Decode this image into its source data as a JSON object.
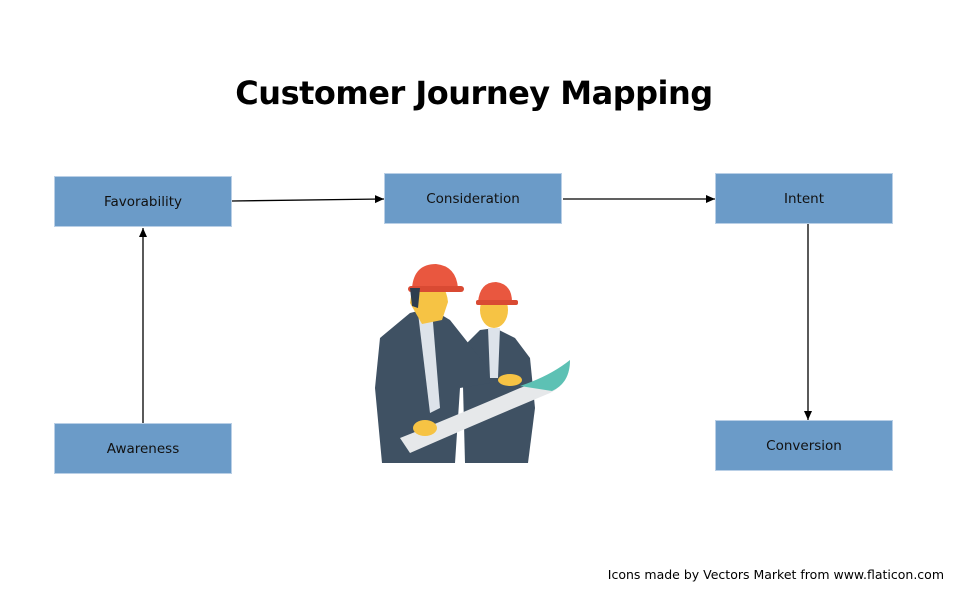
{
  "title": "Customer Journey Mapping",
  "nodes": {
    "favorability": "Favorability",
    "consideration": "Consideration",
    "intent": "Intent",
    "awareness": "Awareness",
    "conversion": "Conversion"
  },
  "edges": [
    {
      "from": "Awareness",
      "to": "Favorability"
    },
    {
      "from": "Favorability",
      "to": "Consideration"
    },
    {
      "from": "Consideration",
      "to": "Intent"
    },
    {
      "from": "Intent",
      "to": "Conversion"
    }
  ],
  "illustration": {
    "icon": "engineers-with-blueprint-icon"
  },
  "credit": "Icons made by Vectors Market from www.flaticon.com",
  "colors": {
    "box": "#6B9BC8",
    "helmet": "#E9573F",
    "suit": "#3F5163",
    "skin": "#F6C344",
    "blueprint_accent": "#5DC1B4"
  }
}
